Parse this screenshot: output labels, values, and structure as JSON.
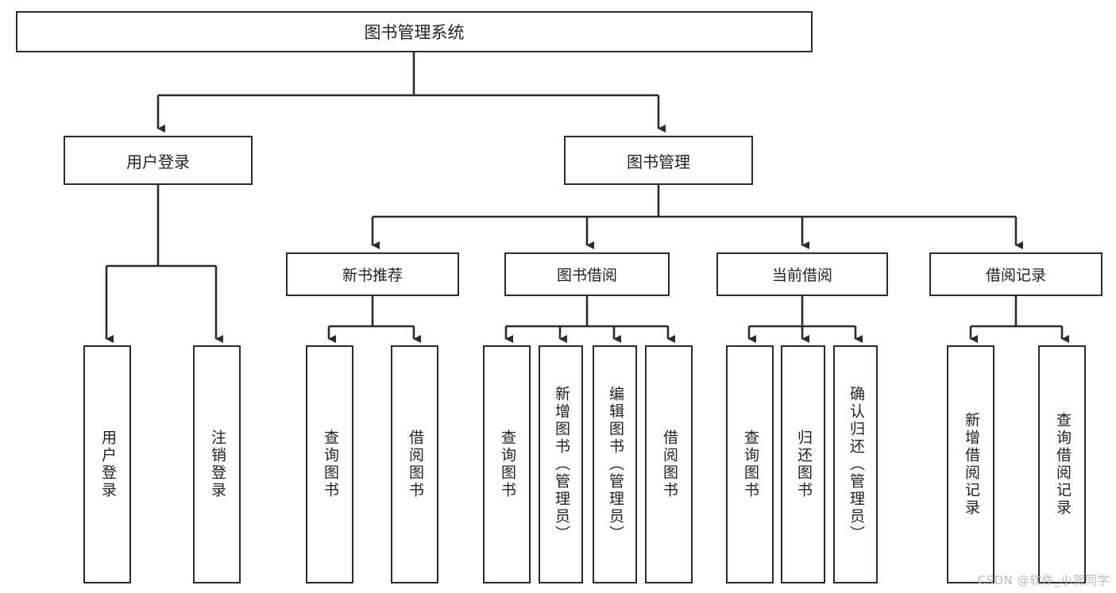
{
  "diagram": {
    "title": "图书管理系统",
    "type": "tree-hierarchy-diagram",
    "root": {
      "label": "图书管理系统"
    },
    "level2": [
      {
        "label": "用户登录"
      },
      {
        "label": "图书管理"
      }
    ],
    "level3": [
      {
        "label": "新书推荐"
      },
      {
        "label": "图书借阅"
      },
      {
        "label": "当前借阅"
      },
      {
        "label": "借阅记录"
      }
    ],
    "leaves": [
      {
        "label": "用户登录",
        "parent": "用户登录"
      },
      {
        "label": "注销登录",
        "parent": "用户登录"
      },
      {
        "label": "查询图书",
        "parent": "新书推荐"
      },
      {
        "label": "借阅图书",
        "parent": "新书推荐"
      },
      {
        "label": "查询图书",
        "parent": "图书借阅"
      },
      {
        "label": "新增图书（管理员）",
        "parent": "图书借阅"
      },
      {
        "label": "编辑图书（管理员）",
        "parent": "图书借阅"
      },
      {
        "label": "借阅图书",
        "parent": "图书借阅"
      },
      {
        "label": "查询图书",
        "parent": "当前借阅"
      },
      {
        "label": "归还图书",
        "parent": "当前借阅"
      },
      {
        "label": "确认归还（管理员）",
        "parent": "当前借阅"
      },
      {
        "label": "新增借阅记录",
        "parent": "借阅记录"
      },
      {
        "label": "查询借阅记录",
        "parent": "借阅记录"
      }
    ],
    "watermark": "CSDN @软件_小贺同学",
    "colors": {
      "stroke": "#2b2b2b",
      "fill": "#ffffff",
      "watermark": "#b9b9b9"
    }
  }
}
